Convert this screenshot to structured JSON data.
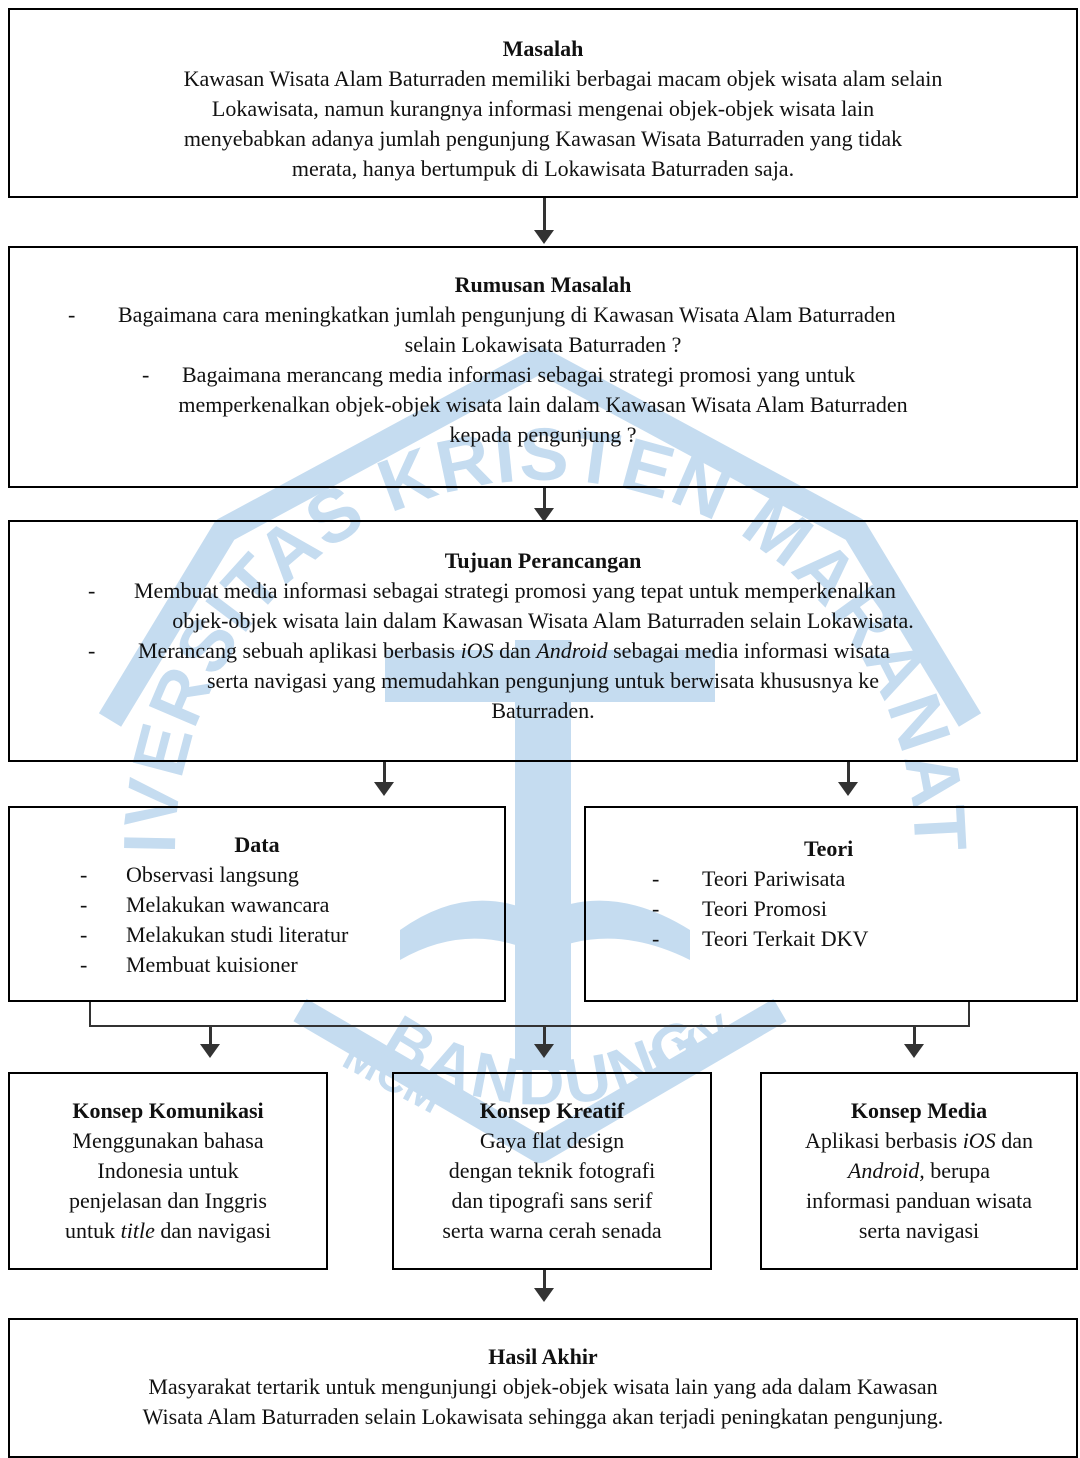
{
  "watermark": {
    "top_text": "UNIVERSITAS KRISTEN MARANATHA",
    "bottom_text": "BANDUNG",
    "roman": [
      "MCM",
      "LXV"
    ]
  },
  "masalah": {
    "title": "Masalah",
    "lines": [
      "Kawasan Wisata Alam Baturraden memiliki berbagai macam objek wisata alam selain",
      "Lokawisata, namun kurangnya informasi mengenai objek-objek wisata lain",
      "menyebabkan adanya jumlah pengunjung Kawasan Wisata Baturraden yang tidak",
      "merata, hanya bertumpuk di Lokawisata Baturraden saja."
    ]
  },
  "rumusan": {
    "title": "Rumusan Masalah",
    "bullet": "-",
    "item1_line1": "Bagaimana cara meningkatkan jumlah pengunjung di Kawasan Wisata Alam Baturraden",
    "item1_line2": "selain Lokawisata Baturraden ?",
    "item2_line1": "Bagaimana merancang media informasi sebagai strategi promosi yang untuk",
    "item2_line2": "memperkenalkan objek-objek wisata lain dalam Kawasan Wisata Alam Baturraden",
    "item2_line3": "kepada pengunjung ?"
  },
  "tujuan": {
    "title": "Tujuan Perancangan",
    "bullet": "-",
    "item1_line1": "Membuat media informasi sebagai strategi promosi yang tepat untuk memperkenalkan",
    "item1_line2": "objek-objek wisata lain dalam Kawasan Wisata Alam Baturraden selain Lokawisata.",
    "item2_pre": "Merancang sebuah aplikasi berbasis ",
    "item2_ios": "iOS",
    "item2_mid": " dan ",
    "item2_android": "Android",
    "item2_post": " sebagai media informasi wisata",
    "item2_line2": "serta navigasi yang memudahkan pengunjung untuk berwisata khususnya ke",
    "item2_line3": "Baturraden."
  },
  "data_box": {
    "title": "Data",
    "bullet": "-",
    "items": [
      "Observasi langsung",
      "Melakukan wawancara",
      "Melakukan studi literatur",
      "Membuat kuisioner"
    ]
  },
  "teori": {
    "title": "Teori",
    "bullet": "-",
    "items": [
      "Teori Pariwisata",
      "Teori Promosi",
      "Teori Terkait DKV"
    ]
  },
  "komunikasi": {
    "title": "Konsep Komunikasi",
    "line1": "Menggunakan bahasa",
    "line2": "Indonesia untuk",
    "line3": "penjelasan dan Inggris",
    "line4_pre": "untuk ",
    "line4_italic": "title",
    "line4_post": " dan navigasi"
  },
  "kreatif": {
    "title": "Konsep Kreatif",
    "lines": [
      "Gaya flat design",
      "dengan teknik fotografi",
      "dan tipografi sans serif",
      "serta warna cerah senada"
    ]
  },
  "media": {
    "title": "Konsep Media",
    "line1_pre": "Aplikasi berbasis ",
    "line1_italic": "iOS",
    "line1_post": " dan",
    "line2_italic": "Android,",
    "line2_post": " berupa",
    "line3": "informasi panduan wisata",
    "line4": "serta navigasi"
  },
  "hasil": {
    "title": "Hasil Akhir",
    "line1": "Masyarakat tertarik untuk mengunjungi objek-objek wisata lain yang ada dalam Kawasan",
    "line2": "Wisata Alam Baturraden selain Lokawisata sehingga akan terjadi peningkatan pengunjung."
  },
  "colors": {
    "watermark": "#c5dcf0",
    "border": "#000000",
    "arrow": "#333333"
  }
}
